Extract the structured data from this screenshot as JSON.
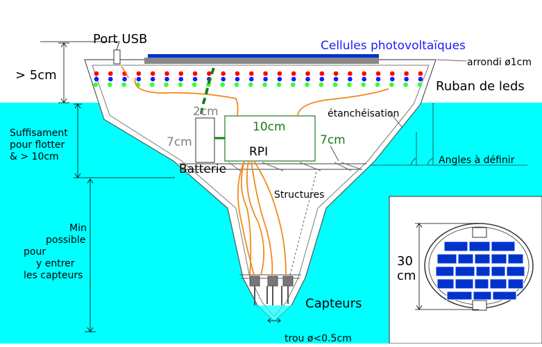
{
  "labels": {
    "port_usb": "Port USB",
    "cellules": "Cellules photovoltaïques",
    "arrondi": "arrondi ø1cm",
    "height_top": "> 5cm",
    "ruban": "Ruban de leds",
    "etancheisation": "étanchéisation",
    "dim_2cm": "2cm",
    "dim_10cm": "10cm",
    "dim_7cm_left": "7cm",
    "dim_7cm_right": "7cm",
    "rpi": "RPI",
    "batterie": "Batterie",
    "angles": "Angles à définir",
    "structures": "Structures",
    "capteurs": "Capteurs",
    "trou": "trou ø<0.5cm",
    "flotter_1": "Suffisament",
    "flotter_2": "pour flotter",
    "flotter_3": "& > 10cm",
    "min_1": "Min",
    "min_2": "possible",
    "min_3": "pour",
    "min_4": "y entrer",
    "min_5": "les capteurs",
    "dim_30_1": "30",
    "dim_30_2": "cm"
  },
  "colors": {
    "water": "#00ffff",
    "panel_blue": "#0033cc",
    "panel_grey": "#888888",
    "wire_orange": "#f08a1c",
    "wire_green": "#1a7a1a",
    "label_blue": "#1a1aff",
    "label_green": "#1a7a1a",
    "label_grey": "#808080",
    "led_red": "#ff0000",
    "led_blue": "#1a1aff",
    "led_green": "#33ff33"
  }
}
